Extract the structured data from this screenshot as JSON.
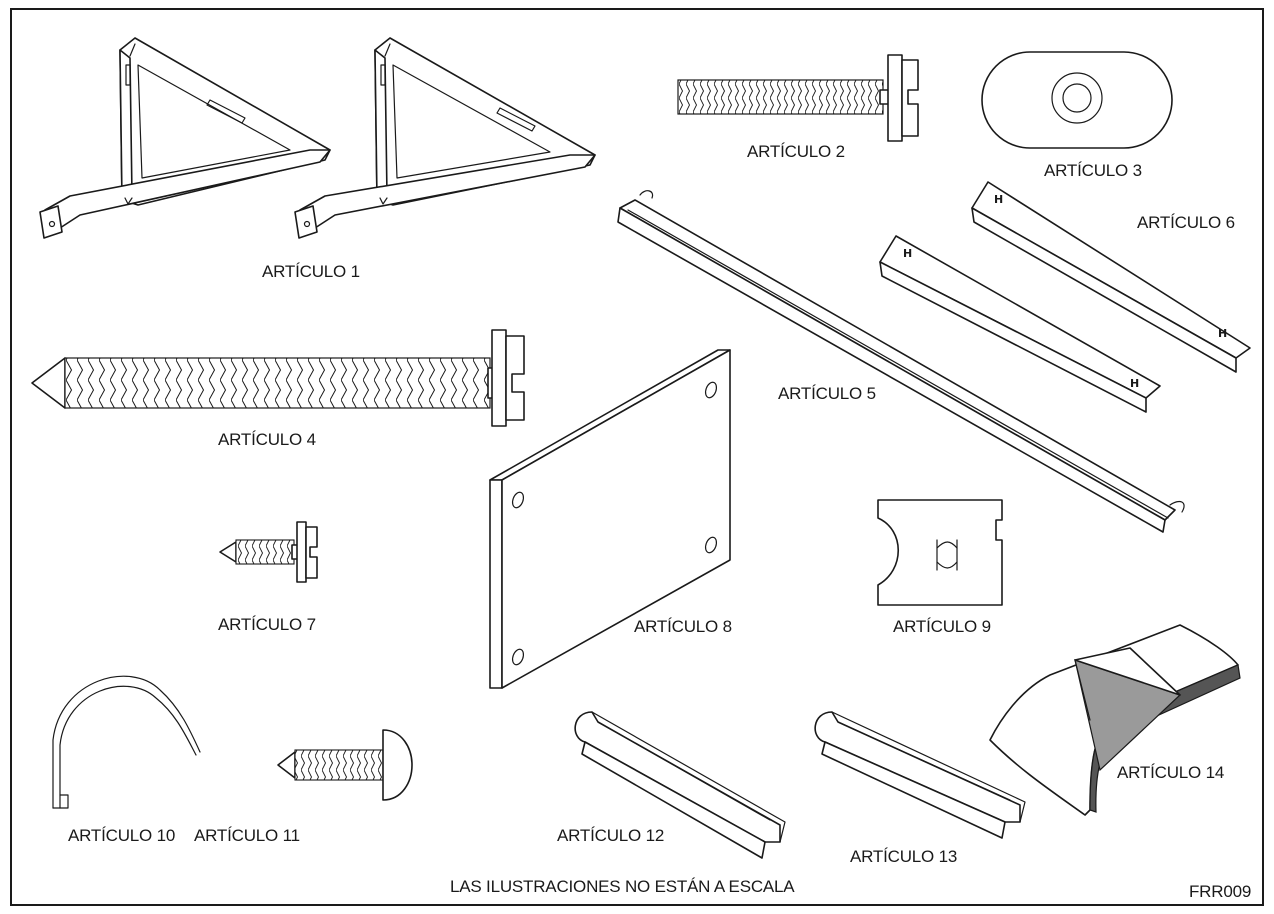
{
  "labels": {
    "item1": "ARTÍCULO 1",
    "item2": "ARTÍCULO 2",
    "item3": "ARTÍCULO 3",
    "item4": "ARTÍCULO 4",
    "item5": "ARTÍCULO 5",
    "item6": "ARTÍCULO 6",
    "item7": "ARTÍCULO 7",
    "item8": "ARTÍCULO 8",
    "item9": "ARTÍCULO 9",
    "item10": "ARTÍCULO 10",
    "item11": "ARTÍCULO 11",
    "item12": "ARTÍCULO 12",
    "item13": "ARTÍCULO 13",
    "item14": "ARTÍCULO 14"
  },
  "footer": {
    "scale_note": "LAS ILUSTRACIONES NO ESTÁN A ESCALA",
    "code": "FRR009"
  },
  "angle_marks": {
    "left_top": "H",
    "left_bottom": "H",
    "right_top": "H",
    "right_bottom": "H"
  }
}
